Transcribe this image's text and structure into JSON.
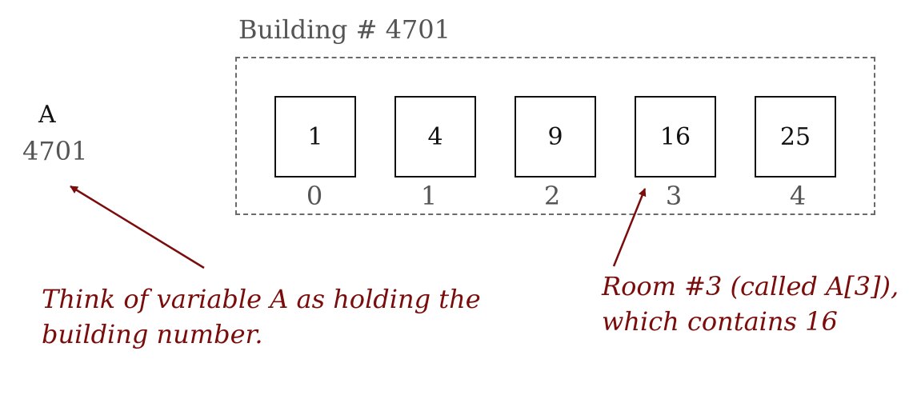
{
  "building": {
    "label": "Building # 4701"
  },
  "variable": {
    "name": "A",
    "value": "4701"
  },
  "rooms": [
    {
      "value": "1",
      "index": "0"
    },
    {
      "value": "4",
      "index": "1"
    },
    {
      "value": "9",
      "index": "2"
    },
    {
      "value": "16",
      "index": "3"
    },
    {
      "value": "25",
      "index": "4"
    }
  ],
  "annotations": {
    "variable_note": [
      "Think of variable A as holding the",
      "building number."
    ],
    "room_note": [
      "Room #3 (called A[3]),",
      "which contains 16"
    ]
  },
  "colors": {
    "annotation": "#7a0c0c",
    "label_gray": "#555555",
    "box_border": "#111111"
  }
}
